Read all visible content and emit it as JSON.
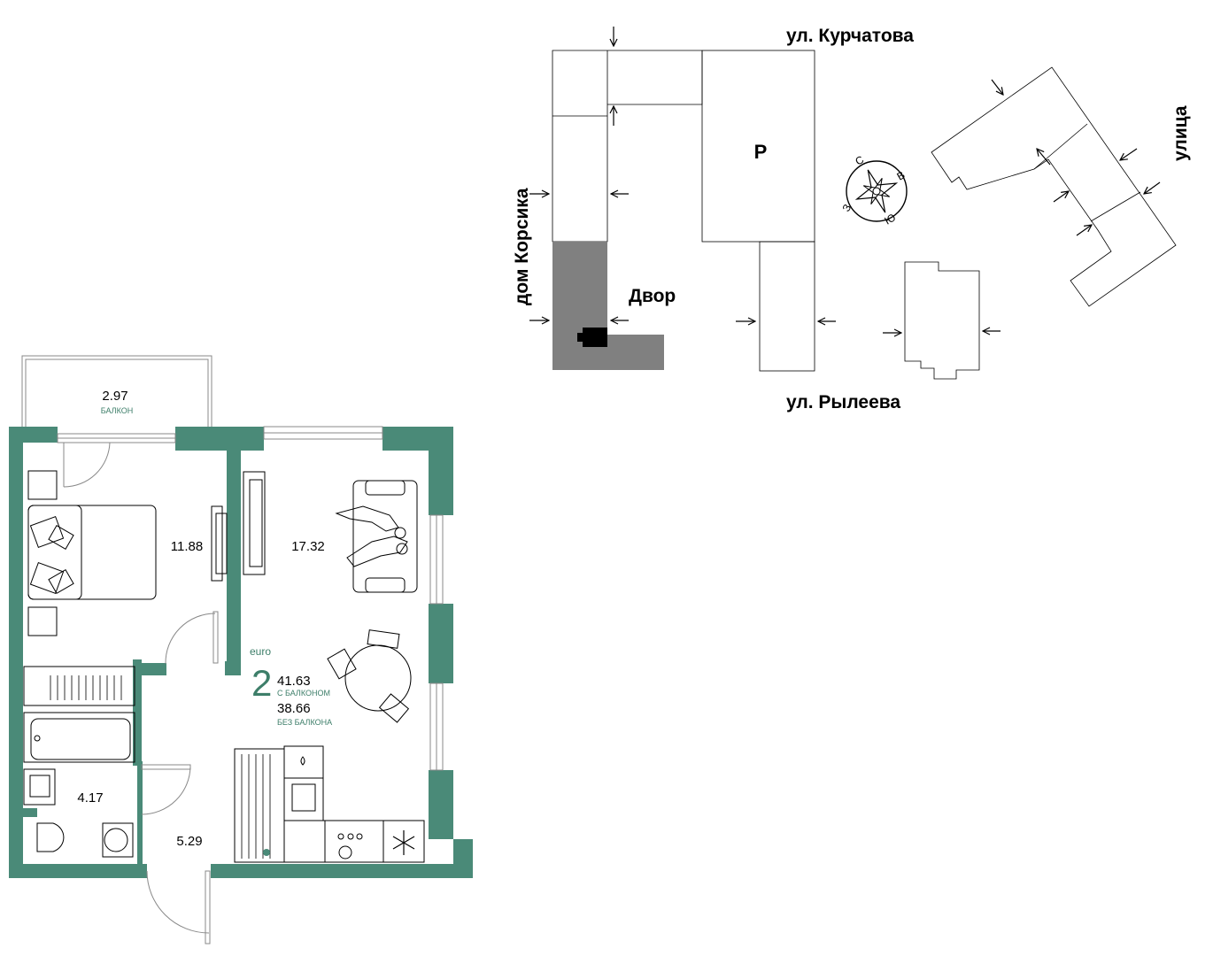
{
  "site_plan": {
    "street_top": "ул. Курчатова",
    "street_bottom": "ул. Рылеева",
    "street_right": "улица",
    "house_left": "дом Корсика",
    "yard": "Двор",
    "parking": "P",
    "compass": {
      "north": "С",
      "east": "В",
      "south": "Ю",
      "west": "З"
    }
  },
  "floor_plan": {
    "apartment_type": "euro",
    "rooms_count": "2",
    "area_with_balcony": "41.63",
    "area_with_balcony_label": "С БАЛКОНОМ",
    "area_without_balcony": "38.66",
    "area_without_balcony_label": "БЕЗ БАЛКОНА",
    "balcony_area": "2.97",
    "balcony_label": "БАЛКОН",
    "bedroom_area": "11.88",
    "living_area": "17.32",
    "bathroom_area": "4.17",
    "hall_area": "5.29"
  },
  "colors": {
    "wall": "#4a8a78",
    "accent_text": "#3d7e69",
    "highlight": "#808080",
    "line": "#000000"
  }
}
